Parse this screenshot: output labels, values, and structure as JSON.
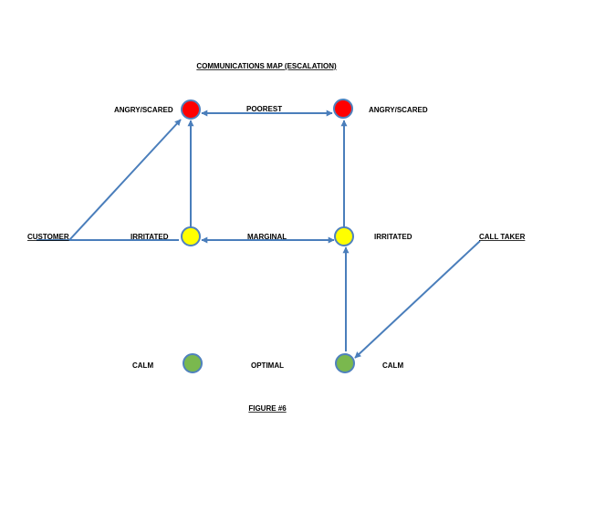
{
  "title": "COMMUNICATIONS MAP (ESCALATION)",
  "caption": "FIGURE #6",
  "colors": {
    "red": "#ff0000",
    "yellow": "#ffff00",
    "green": "#7ab84e",
    "node_border": "#4f81bd",
    "edge": "#4a7ebb"
  },
  "labels": {
    "angry_left": "ANGRY/SCARED",
    "angry_right": "ANGRY/SCARED",
    "poorest": "POOREST",
    "customer": "CUSTOMER",
    "irritated_left": "IRRITATED",
    "marginal": "MARGINAL",
    "irritated_right": "IRRITATED",
    "call_taker": "CALL TAKER",
    "calm_left": "CALM",
    "optimal": "OPTIMAL",
    "calm_right": "CALM"
  }
}
